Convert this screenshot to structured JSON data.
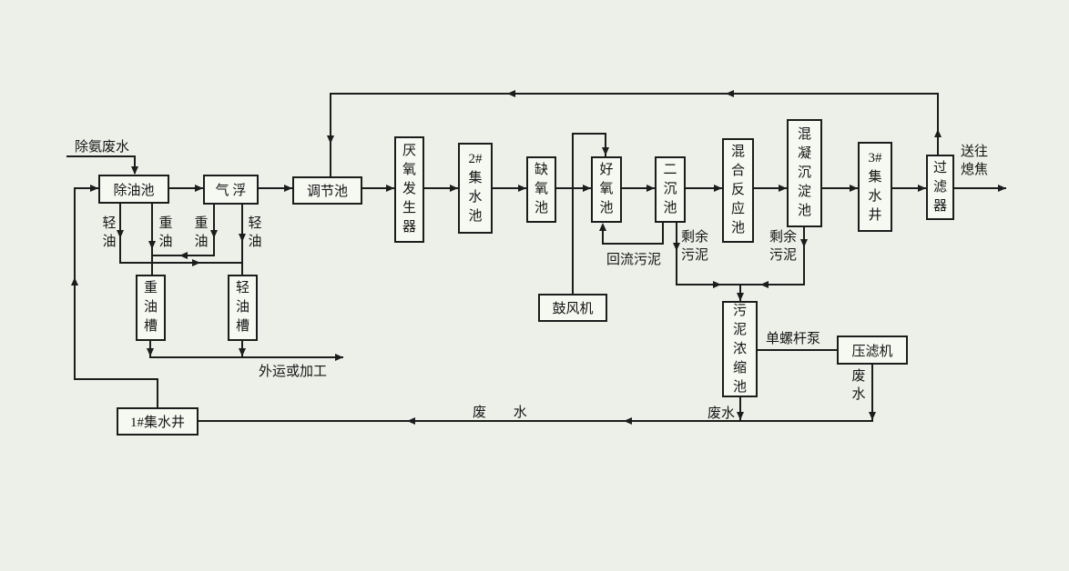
{
  "colors": {
    "background": "#edf0e9",
    "line": "#1c1c1c",
    "box_fill": "#f6f8f2"
  },
  "nodes": {
    "oil_removal": "除油池",
    "air_flotation": "气 浮",
    "equalization": "调节池",
    "anaerobic_generator": "厌氧发生器",
    "collecting_pool_2": "2#集水池",
    "anoxic": "缺氧池",
    "aerobic": "好氧池",
    "secondary_clarifier": "二沉池",
    "mixing_reaction": "混合反应池",
    "coagulation_sedimentation": "混凝沉淀池",
    "collecting_well_3": "3#集水井",
    "filter": "过滤器",
    "blower": "鼓风机",
    "heavy_oil_tank": "重油槽",
    "light_oil_tank": "轻油槽",
    "collecting_well_1": "1#集水井",
    "sludge_thickener": "污泥浓缩池",
    "filter_press": "压滤机"
  },
  "labels": {
    "inflow": "除氨废水",
    "light_oil_a": "轻油",
    "heavy_oil_a": "重油",
    "heavy_oil_b": "重油",
    "light_oil_b": "轻油",
    "outbound": "外运或加工",
    "return_sludge": "回流污泥",
    "excess_sludge_left": "剩余污泥",
    "excess_sludge_right": "剩余污泥",
    "screw_pump": "单螺杆泵",
    "wastewater_mid": "废 水",
    "wastewater_thickener": "废水",
    "wastewater_press": "废水",
    "to_quenching": "送往熄焦"
  },
  "edges": [
    {
      "from": "除氨废水",
      "to": "除油池"
    },
    {
      "from": "1#集水井",
      "to": "除油池"
    },
    {
      "from": "除油池",
      "to": "气 浮"
    },
    {
      "from": "除油池",
      "to": "轻油槽",
      "label": "轻油"
    },
    {
      "from": "除油池",
      "to": "重油槽",
      "label": "重油"
    },
    {
      "from": "气 浮",
      "to": "重油槽",
      "label": "重油"
    },
    {
      "from": "气 浮",
      "to": "轻油槽",
      "label": "轻油"
    },
    {
      "from": "重油槽",
      "to": "外运或加工"
    },
    {
      "from": "轻油槽",
      "to": "外运或加工"
    },
    {
      "from": "气 浮",
      "to": "调节池"
    },
    {
      "from": "调节池",
      "to": "厌氧发生器"
    },
    {
      "from": "厌氧发生器",
      "to": "2#集水池"
    },
    {
      "from": "2#集水池",
      "to": "缺氧池"
    },
    {
      "from": "缺氧池",
      "to": "好氧池"
    },
    {
      "from": "鼓风机",
      "to": "好氧池"
    },
    {
      "from": "好氧池",
      "to": "二沉池"
    },
    {
      "from": "二沉池",
      "to": "好氧池",
      "label": "回流污泥"
    },
    {
      "from": "二沉池",
      "to": "混合反应池"
    },
    {
      "from": "二沉池",
      "to": "污泥浓缩池",
      "label": "剩余污泥"
    },
    {
      "from": "混合反应池",
      "to": "混凝沉淀池"
    },
    {
      "from": "混凝沉淀池",
      "to": "污泥浓缩池",
      "label": "剩余污泥"
    },
    {
      "from": "混凝沉淀池",
      "to": "3#集水井"
    },
    {
      "from": "3#集水井",
      "to": "过滤器"
    },
    {
      "from": "过滤器",
      "to": "调节池"
    },
    {
      "from": "过滤器",
      "to": "送往熄焦"
    },
    {
      "from": "污泥浓缩池",
      "to": "压滤机",
      "label": "单螺杆泵"
    },
    {
      "from": "污泥浓缩池",
      "to": "1#集水井",
      "label": "废水"
    },
    {
      "from": "压滤机",
      "to": "1#集水井",
      "label": "废水"
    }
  ]
}
